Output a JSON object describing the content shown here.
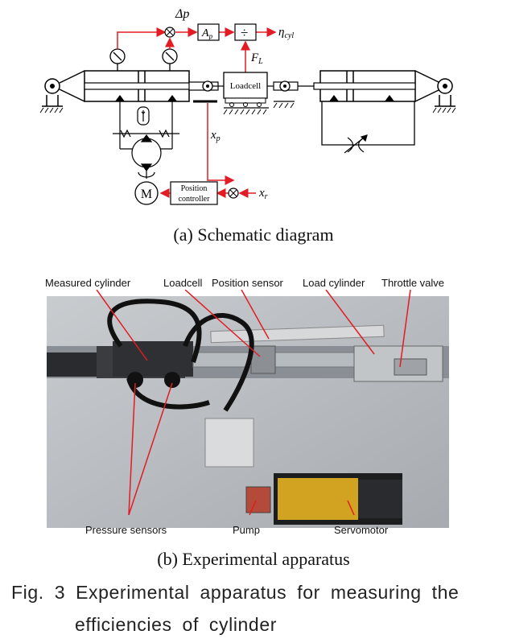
{
  "schematic": {
    "labels": {
      "delta_p": "Δp",
      "ap": "A",
      "ap_sub": "p",
      "divide": "÷",
      "eta": "η",
      "eta_sub": "cyl",
      "fl": "F",
      "fl_sub": "L",
      "loadcell": "Loadcell",
      "xp": "x",
      "xp_sub": "p",
      "xr": "x",
      "xr_sub": "r",
      "motor": "M",
      "position_controller_line1": "Position",
      "position_controller_line2": "controller"
    },
    "caption": "(a)  Schematic  diagram"
  },
  "photo": {
    "labels": {
      "measured_cylinder": "Measured cylinder",
      "loadcell": "Loadcell",
      "position_sensor": "Position sensor",
      "load_cylinder": "Load cylinder",
      "throttle_valve": "Throttle valve",
      "pressure_sensors": "Pressure sensors",
      "pump": "Pump",
      "servomotor": "Servomotor"
    },
    "caption": "(b)  Experimental  apparatus"
  },
  "figure_caption": {
    "line1": "Fig. 3 Experimental apparatus for measuring the",
    "line2": "efficiencies of cylinder"
  }
}
